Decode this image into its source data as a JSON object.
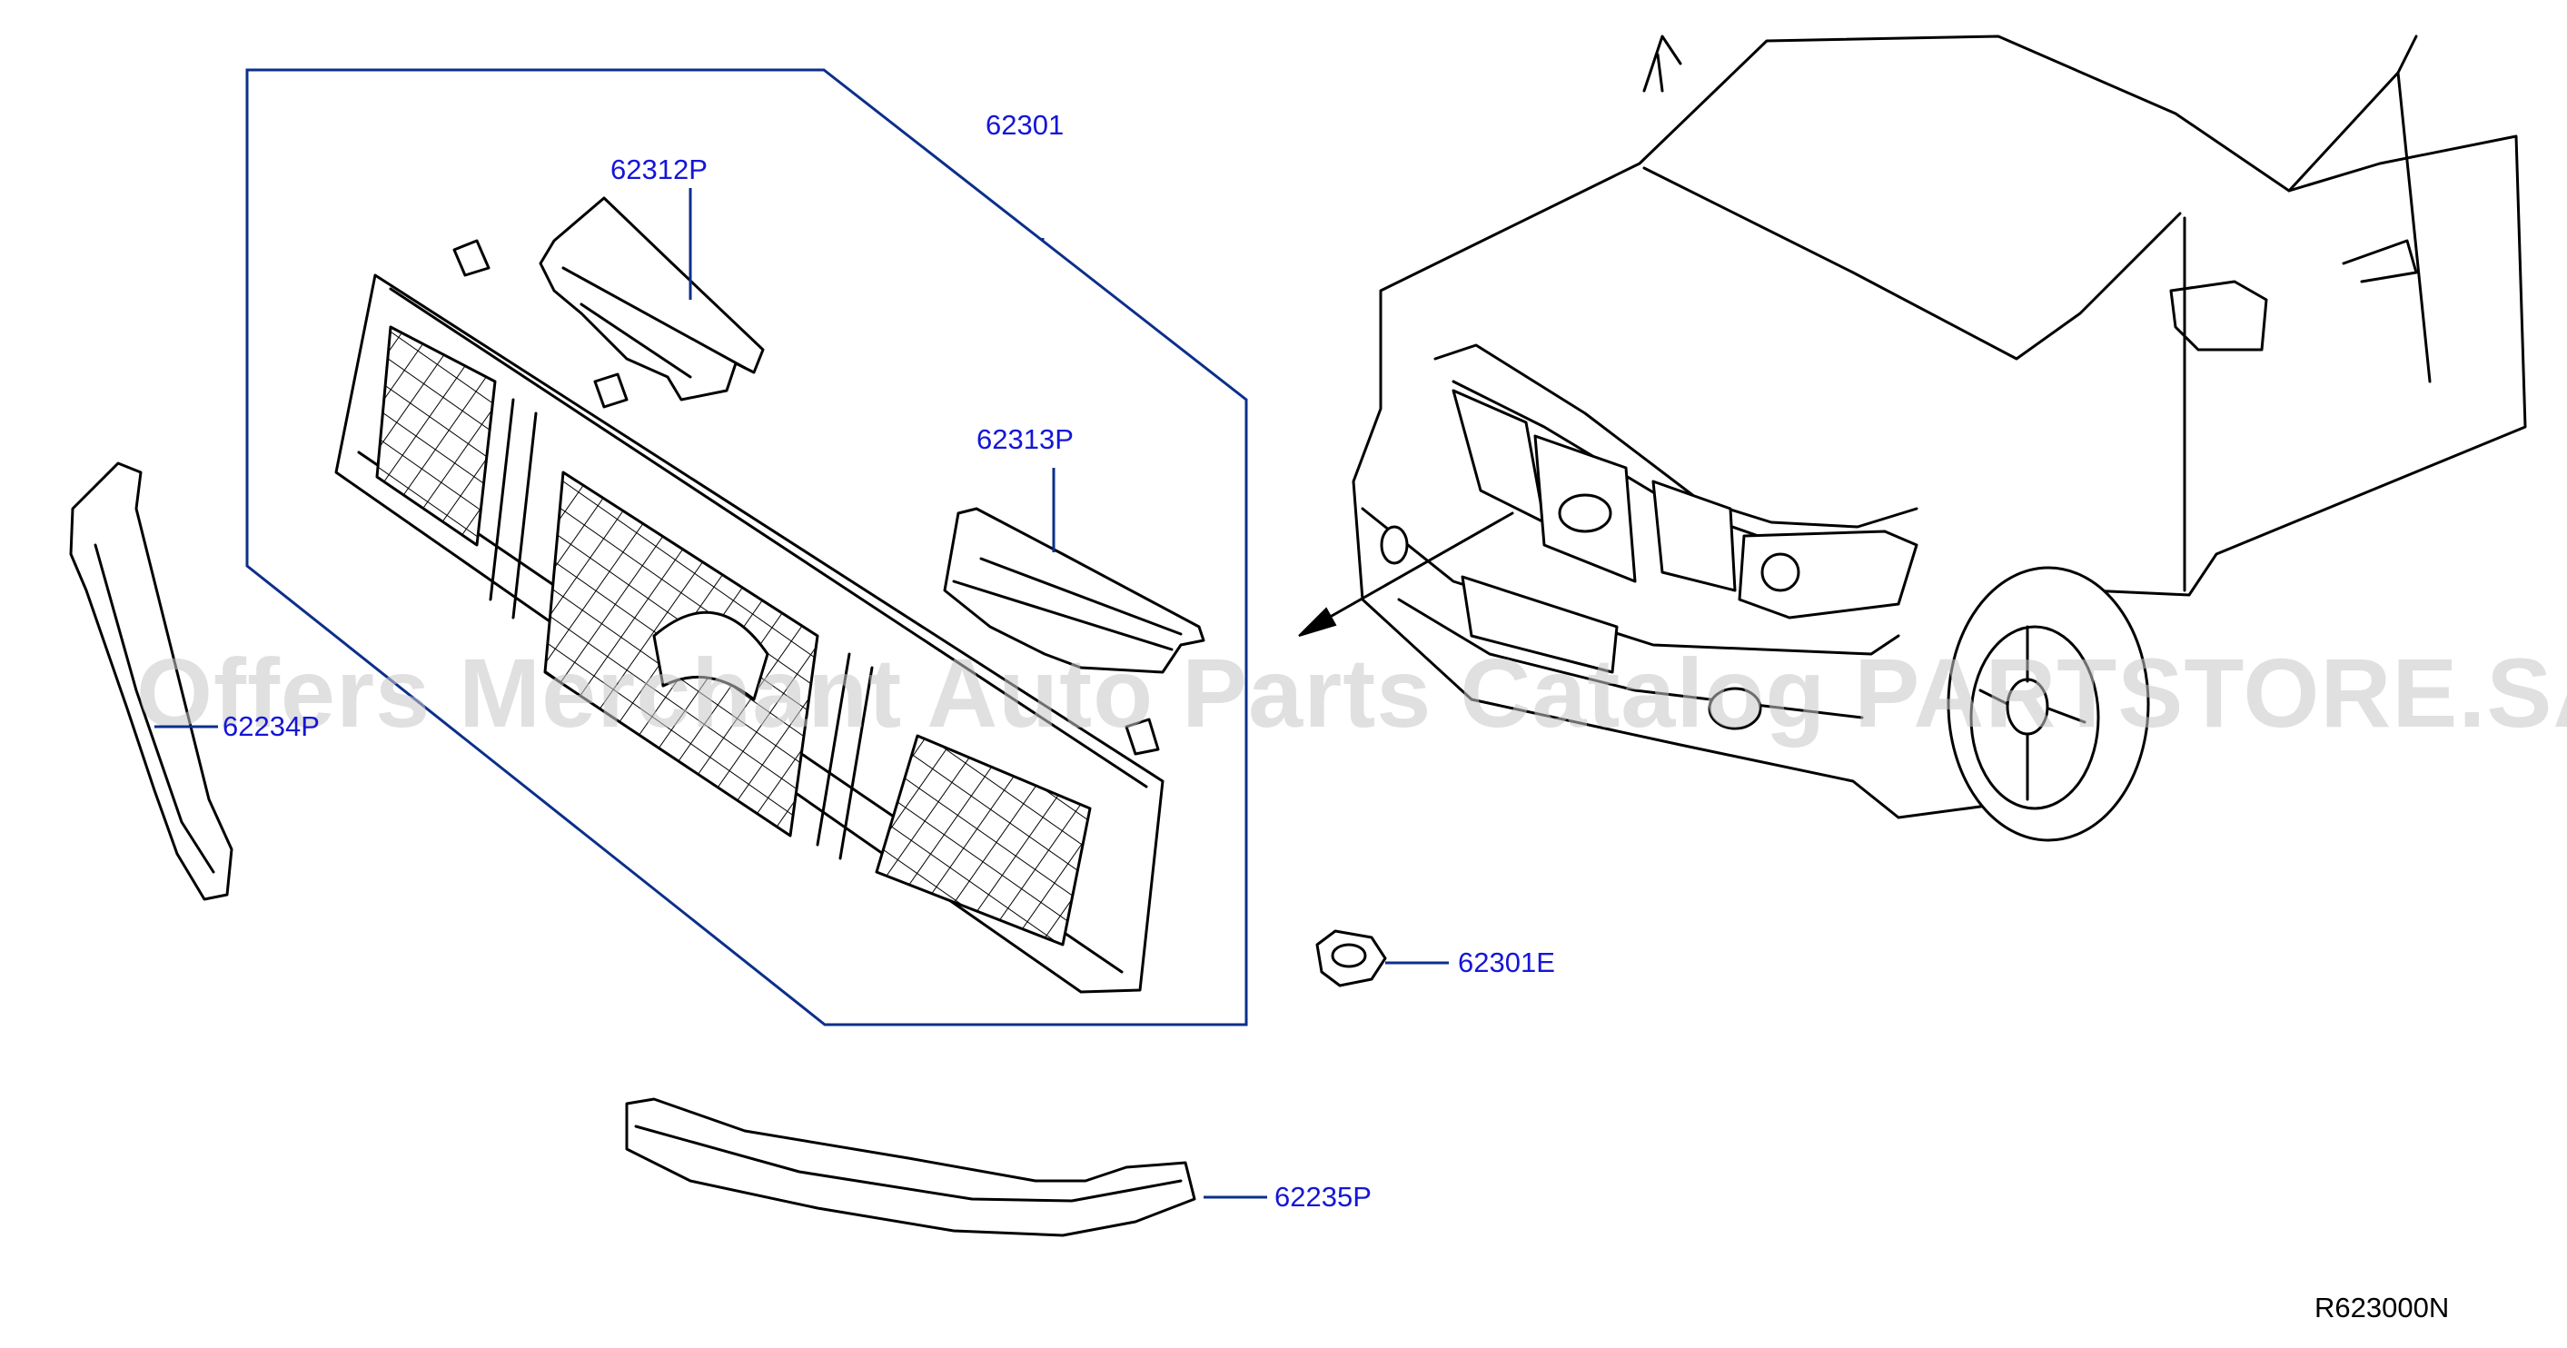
{
  "parts": {
    "p62301": "62301",
    "p62312P": "62312P",
    "p62313P": "62313P",
    "p62234P": "62234P",
    "p62301E": "62301E",
    "p62235P": "62235P"
  },
  "drawing_ref": "R623000N",
  "watermark": "Offers Merchant Auto Parts Catalog PARTSTORE.SA",
  "colors": {
    "label": "#1515d8",
    "leader": "#0b2f8a",
    "ink": "#000000",
    "watermark": "#c8c8c8"
  }
}
